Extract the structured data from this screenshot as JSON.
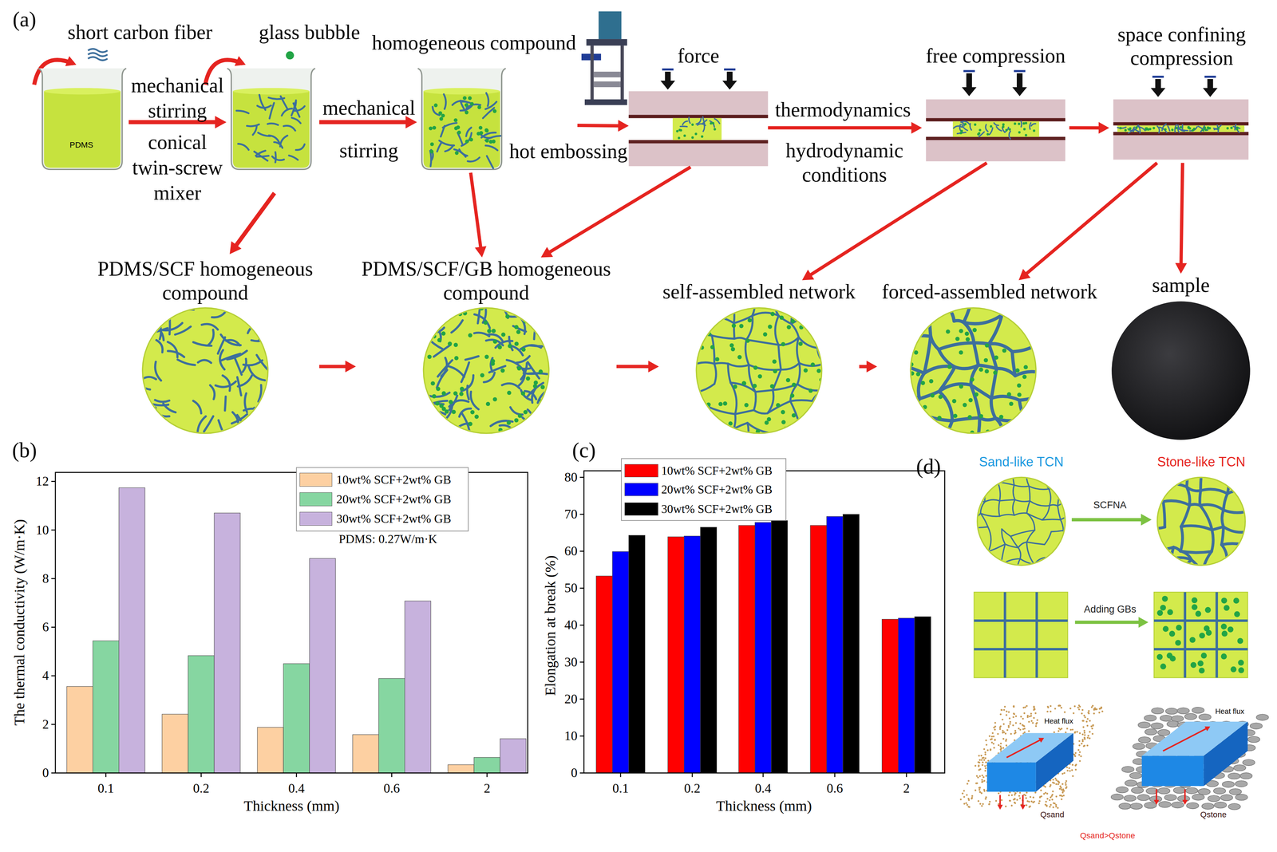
{
  "diagram": {
    "nodes": [
      {
        "text": [
          "PDMS"
        ]
      },
      {
        "text": [
          "homogeneous compound"
        ]
      },
      {
        "text": [
          "force"
        ]
      },
      {
        "text": [
          "free compression"
        ]
      },
      {
        "text": [
          "space confining compression"
        ]
      },
      {
        "text": [
          "PDMS/SCF homogeneous compound"
        ]
      },
      {
        "text": [
          "PDMS/SCF/GB homogeneous compound"
        ]
      },
      {
        "text": [
          "self-assembled network"
        ]
      },
      {
        "text": [
          "forced-assembled network"
        ]
      },
      {
        "text": [
          "sample"
        ]
      },
      {
        "text": [
          "Sand-like TCN"
        ]
      },
      {
        "text": [
          "Stone-like TCN"
        ]
      }
    ],
    "edges": [
      {
        "from": 1,
        "to": 2,
        "arrow": "to",
        "label": "hot embossing"
      },
      {
        "from": 2,
        "to": 3,
        "arrow": "to"
      },
      {
        "from": 3,
        "to": 4,
        "arrow": "to"
      },
      {
        "from": 1,
        "to": 6,
        "arrow": "to"
      },
      {
        "from": 2,
        "to": 6,
        "arrow": "to"
      },
      {
        "from": 3,
        "to": 7,
        "arrow": "to"
      },
      {
        "from": 4,
        "to": 8,
        "arrow": "to"
      },
      {
        "from": 4,
        "to": 9,
        "arrow": "to"
      },
      {
        "from": 5,
        "to": 6,
        "arrow": "to"
      },
      {
        "from": 6,
        "to": 7,
        "arrow": "to"
      },
      {
        "from": 7,
        "to": 8,
        "arrow": "to"
      },
      {
        "from": 10,
        "to": 11,
        "arrow": "to",
        "label": "SCFNA"
      }
    ],
    "labels": [
      "(a)",
      "short carbon fiber",
      "glass bubble",
      "mechanical stirring",
      "conical twin-screw mixer",
      "mechanical",
      "stirring",
      "thermodynamics",
      "hydrodynamic conditions",
      "(b)",
      "The thermal conductivity (W/m·K)",
      "0",
      "2",
      "4",
      "6",
      "8",
      "10",
      "12",
      "0.1",
      "0.2",
      "0.4",
      "0.6",
      "2",
      "Thickness (mm)",
      "PDMS: 0.27W/m·K",
      "(c)",
      "Elongation at break (%)",
      "0",
      "10",
      "20",
      "30",
      "40",
      "50",
      "60",
      "70",
      "80",
      "0.1",
      "0.2",
      "0.4",
      "0.6",
      "2",
      "Thickness (mm)",
      "(d)",
      "Adding GBs",
      "Heat flux",
      "Heat flux",
      "Qsand",
      "Qstone",
      "Qsand>Qstone"
    ],
    "legend": [
      {
        "text": "10wt% SCF+2wt% GB",
        "color": "#fdd0a2"
      },
      {
        "text": "20wt% SCF+2wt% GB",
        "color": "#86d6a1"
      },
      {
        "text": "30wt% SCF+2wt% GB",
        "color": "#c7b2dd"
      },
      {
        "text": "10wt% SCF+2wt% GB",
        "color": "#ff0000"
      },
      {
        "text": "20wt% SCF+2wt% GB",
        "color": "#0000ff"
      },
      {
        "text": "30wt% SCF+2wt% GB",
        "color": "#000000"
      }
    ]
  }
}
